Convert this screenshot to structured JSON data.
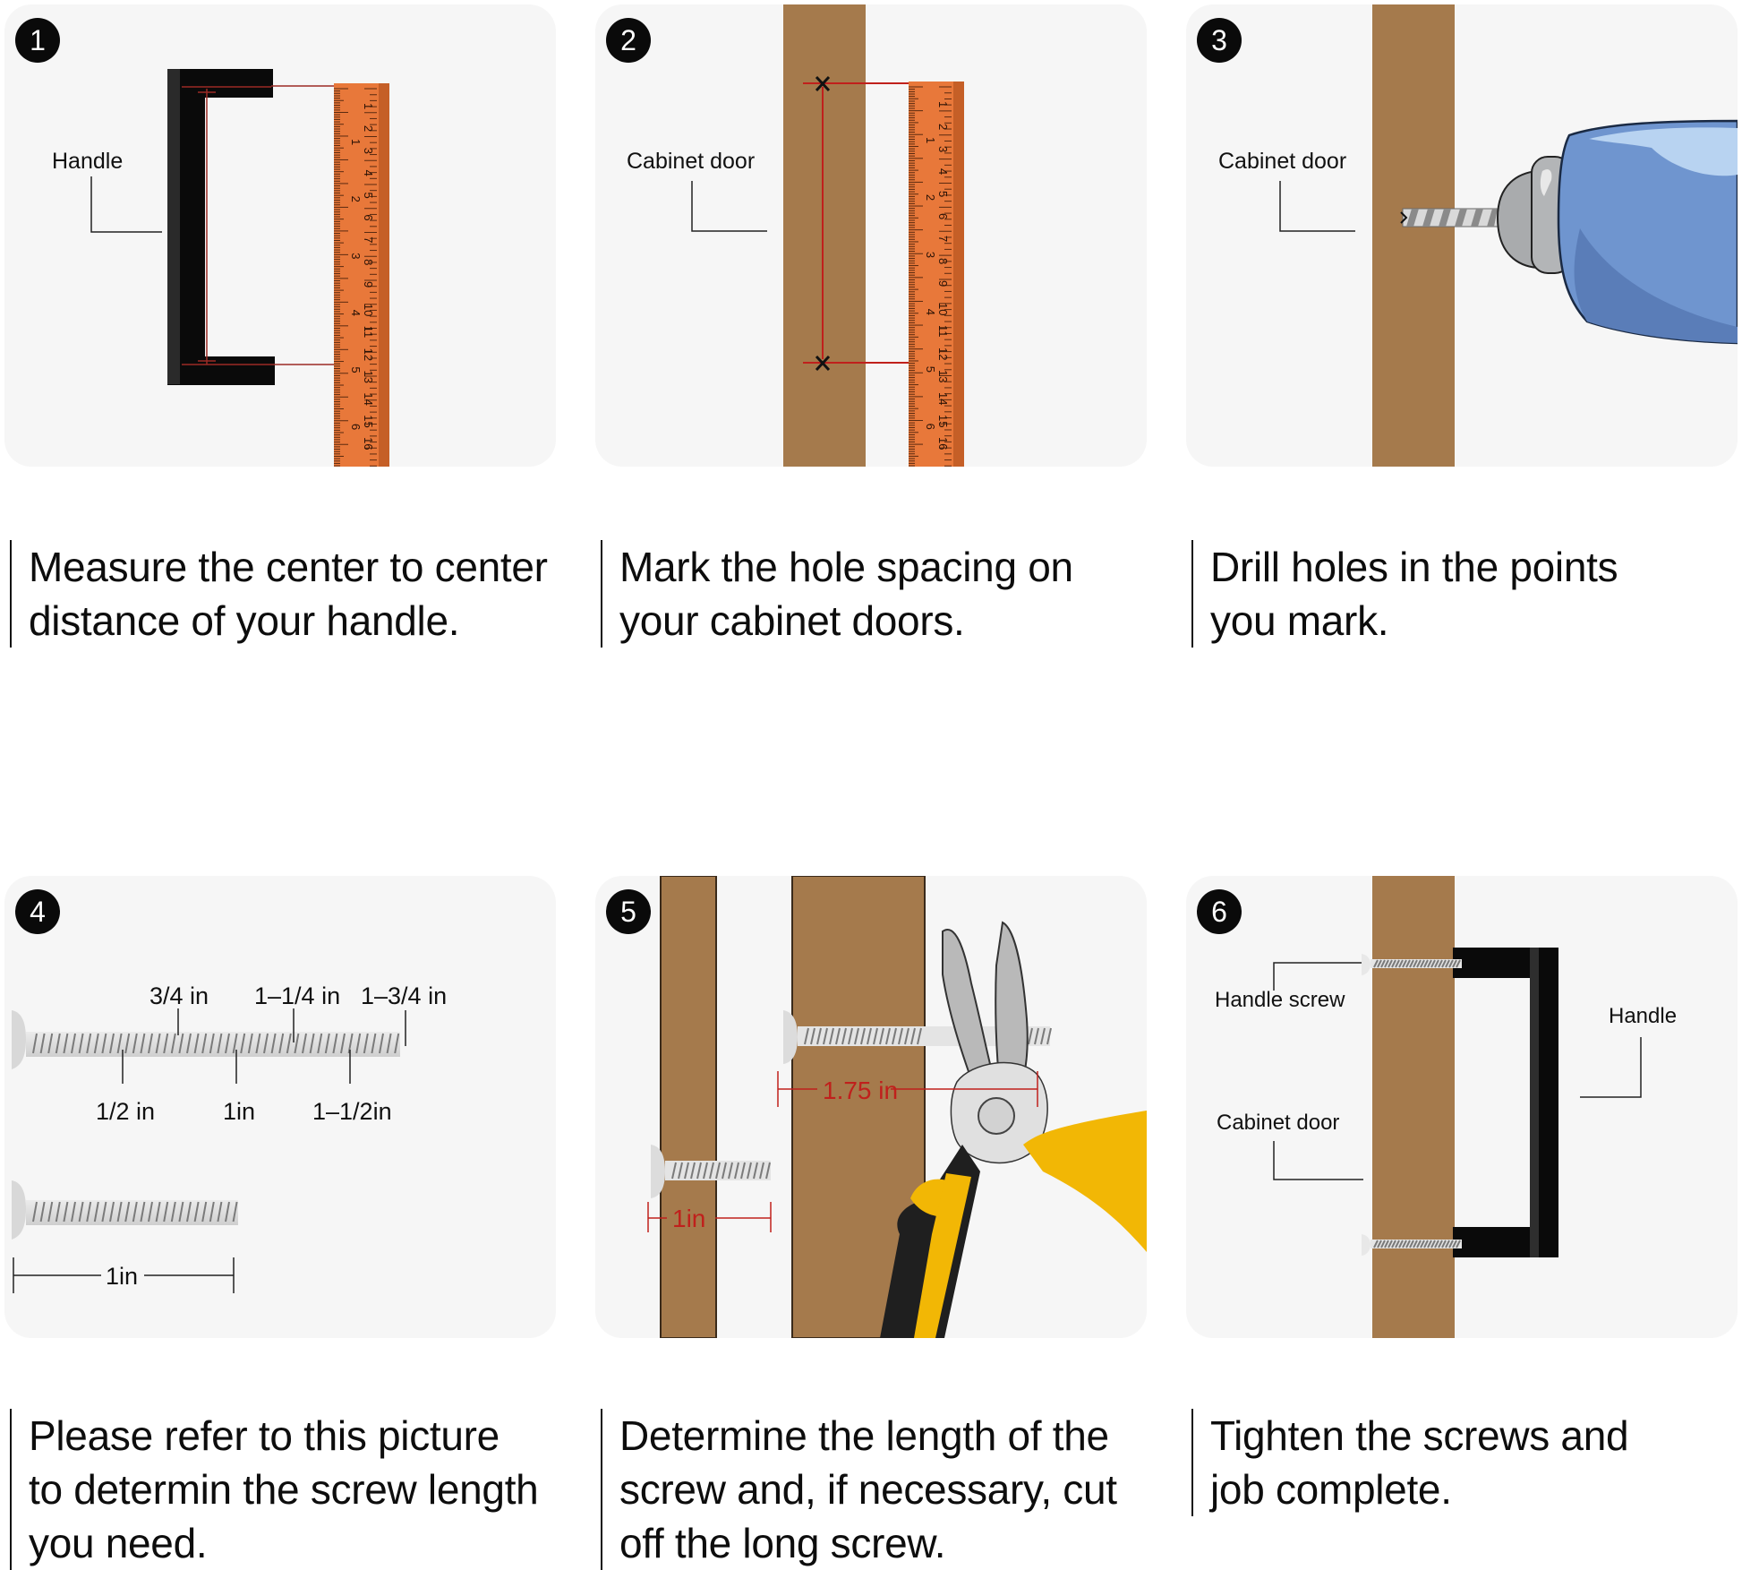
{
  "steps": [
    {
      "number": "1",
      "labels": {
        "handle": "Handle"
      },
      "caption": [
        "Measure the center to center",
        "distance of your handle."
      ]
    },
    {
      "number": "2",
      "labels": {
        "cabinet_door": "Cabinet door"
      },
      "caption": [
        "Mark the hole spacing on",
        "your cabinet doors."
      ]
    },
    {
      "number": "3",
      "labels": {
        "cabinet_door": "Cabinet door"
      },
      "caption": [
        "Drill holes in the points",
        "you mark."
      ]
    },
    {
      "number": "4",
      "labels": {
        "top": [
          "3/4 in",
          "1–1/4 in",
          "1–3/4 in"
        ],
        "bottom": [
          "1/2 in",
          "1in",
          "1–1/2in"
        ],
        "short_screw": "1in"
      },
      "caption": [
        "Please refer to this picture",
        "to determin the screw length",
        "you need."
      ]
    },
    {
      "number": "5",
      "labels": {
        "long_measure": "1.75 in",
        "short_measure": "1in"
      },
      "caption": [
        "Determine the length of the",
        "screw and, if necessary, cut",
        "off the long screw."
      ]
    },
    {
      "number": "6",
      "labels": {
        "handle_screw": "Handle screw",
        "cabinet_door": "Cabinet door",
        "handle": "Handle"
      },
      "caption": [
        "Tighten the screws and",
        "job complete."
      ]
    }
  ],
  "ruler": {
    "inch_labels": [
      "1",
      "2",
      "3",
      "4",
      "5",
      "6"
    ],
    "cm_labels": [
      "1",
      "2",
      "3",
      "4",
      "5",
      "6",
      "7",
      "8",
      "9",
      "10",
      "11",
      "12",
      "13",
      "14",
      "15",
      "16"
    ]
  },
  "colors": {
    "panel_bg": "#f6f6f6",
    "wood": "#a57a4c",
    "ruler": "#e8783a",
    "measure_red": "#c0201c",
    "handle_black": "#0a0a0a",
    "drill_blue": "#6f95cf",
    "plier_yellow": "#f2b705"
  }
}
